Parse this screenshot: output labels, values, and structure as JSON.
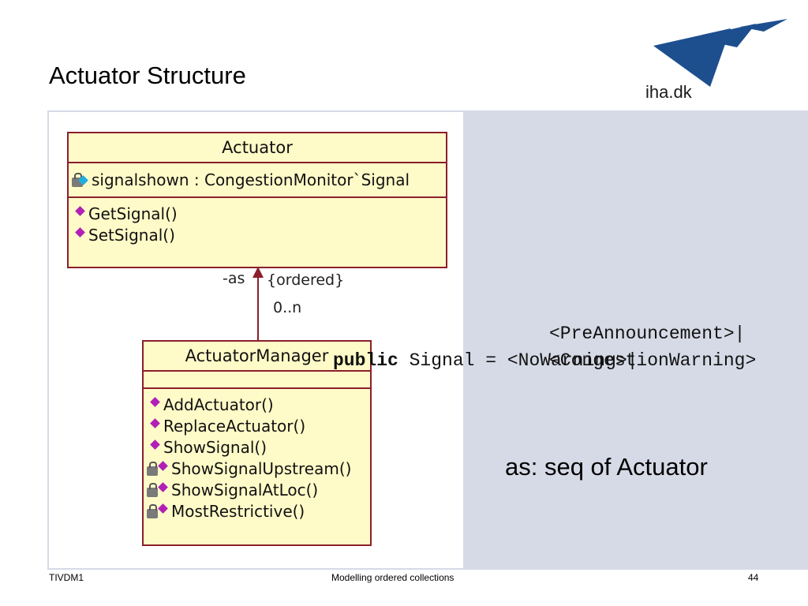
{
  "title": "Actuator Structure",
  "logo": {
    "text": "iha.dk",
    "color": "#1d4f8f"
  },
  "uml": {
    "actuator": {
      "name": "Actuator",
      "attribute": "signalshown : CongestionMonitor`Signal",
      "operations": [
        "GetSignal()",
        "SetSignal()"
      ]
    },
    "association": {
      "role": "-as",
      "constraint": "{ordered}",
      "multiplicity": "0..n"
    },
    "manager": {
      "name": "ActuatorManager",
      "operations": [
        "AddActuator()",
        "ReplaceActuator()",
        "ShowSignal()",
        "ShowSignalUpstream()",
        "ShowSignalAtLoc()",
        "MostRestrictive()"
      ]
    },
    "colors": {
      "border": "#8b1f2c",
      "fill": "#fffbc8",
      "operation_icon": "#b21fb6"
    }
  },
  "code": {
    "keyword": "public",
    "line1_rest": " Signal = <NoWarning>|",
    "line2": "<PreAnnouncement>|",
    "line3": "<CongestionWarning>"
  },
  "note": "as: seq of Actuator",
  "footer": {
    "left": "TIVDM1",
    "center": "Modelling ordered collections",
    "right": "44"
  }
}
